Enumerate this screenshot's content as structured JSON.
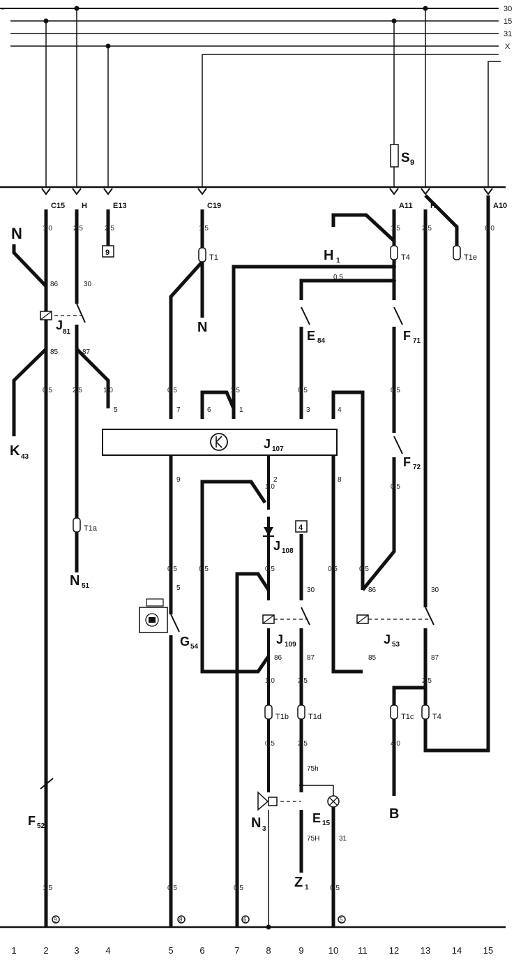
{
  "rails": {
    "r30": "30",
    "r15": "15",
    "r31": "31",
    "rX": "X",
    "left_mark": "-"
  },
  "connectors": {
    "c15": "C15",
    "h1": "H",
    "e13": "E13",
    "c19": "C19",
    "a11": "A11",
    "h2": "H",
    "a10": "A10"
  },
  "fuse": {
    "label": "S",
    "sub": "9"
  },
  "wire_sizes": {
    "w1": "1,0",
    "w2": "2,5",
    "w3": "2,5",
    "w4": "1,5",
    "w5": "1,5",
    "w6": "2,5",
    "w7": "6,0",
    "w8": "0,5",
    "w9": "2,5",
    "w10": "1,0",
    "w11": "0,5",
    "w12": "1,5",
    "w13": "0,5",
    "w14": "0,5",
    "w15": "1,0",
    "w16": "0,5",
    "w17": "0,5",
    "w18": "0,5",
    "w19": "0,5",
    "w20": "1,0",
    "w21": "2,5",
    "w22": "2,5",
    "w23": "4,0",
    "w24": "0,5",
    "w25": "2,5",
    "w26": "1,5",
    "w27": "0,5",
    "w28": "0,5",
    "w29": "0,5",
    "w30": "0,5",
    "w31": "0,5",
    "w32": "0,5"
  },
  "components": {
    "N_top": "N",
    "J81": "J",
    "J81_sub": "81",
    "K43": "K",
    "K43_sub": "43",
    "N51": "N",
    "N51_sub": "51",
    "T1a": "T1a",
    "T1": "T1",
    "N_mid": "N",
    "H1": "H",
    "H1_sub": "1",
    "T4_top": "T4",
    "T1e": "T1e",
    "E84": "E",
    "E84_sub": "84",
    "F71": "F",
    "F71_sub": "71",
    "J107": "J",
    "J107_sub": "107",
    "F72": "F",
    "F72_sub": "72",
    "J108": "J",
    "J108_sub": "108",
    "G54": "G",
    "G54_sub": "54",
    "J109": "J",
    "J109_sub": "109",
    "J53": "J",
    "J53_sub": "53",
    "T1b": "T1b",
    "T1d": "T1d",
    "T1c": "T1c",
    "T4_bot": "T4",
    "B": "B",
    "N3": "N",
    "N3_sub": "3",
    "E15": "E",
    "E15_sub": "15",
    "F52": "F",
    "F52_sub": "52",
    "Z1": "Z",
    "Z1_sub": "1",
    "box9": "9",
    "box4": "4"
  },
  "terminals": {
    "t86a": "86",
    "t30a": "30",
    "t85a": "85",
    "t87a": "87",
    "t5": "5",
    "t7": "7",
    "t6": "6",
    "t1": "1",
    "t3": "3",
    "t4": "4",
    "t9": "9",
    "t2": "2",
    "t8": "8",
    "t5b": "5",
    "t30b": "30",
    "t86b": "86",
    "t87b": "87",
    "t86c": "86",
    "t85c": "85",
    "t30c": "30",
    "t87c": "87",
    "t75h": "75h",
    "t75H": "75H",
    "t31": "31"
  },
  "grounds": {
    "g2": "9",
    "g5": "8",
    "g7": "6",
    "g10": "5"
  },
  "columns": [
    "1",
    "2",
    "3",
    "4",
    "5",
    "6",
    "7",
    "8",
    "9",
    "10",
    "11",
    "12",
    "13",
    "14",
    "15"
  ]
}
